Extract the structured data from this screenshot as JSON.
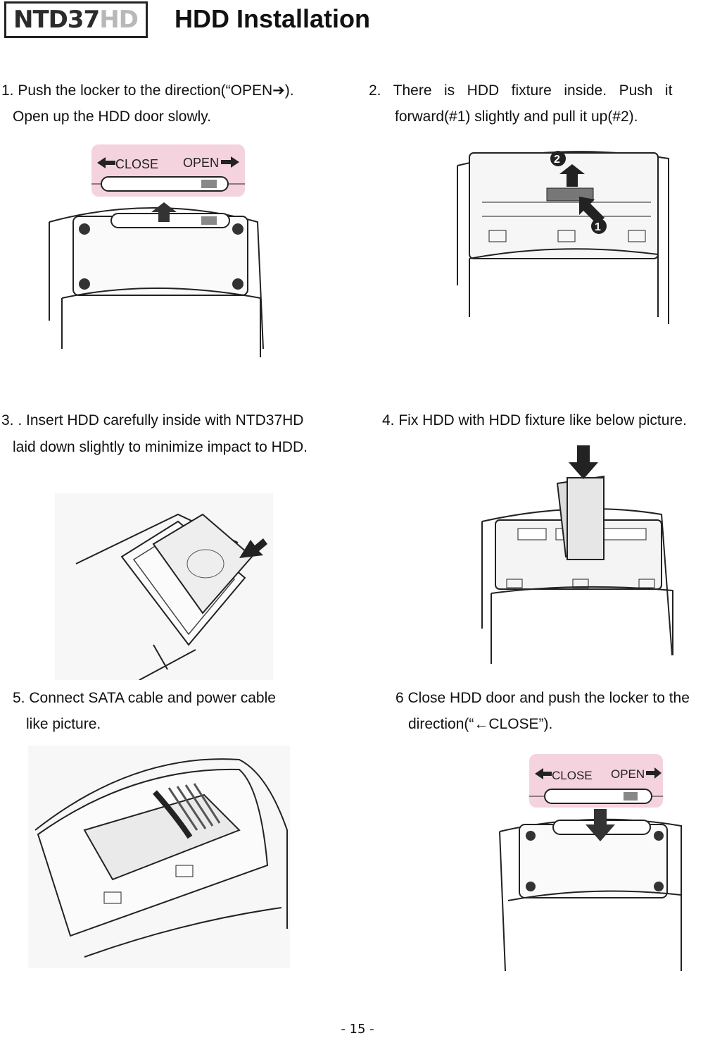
{
  "header": {
    "logo_main": "NTD37",
    "logo_suffix": "HD",
    "title": "HDD Installation"
  },
  "steps": [
    {
      "line1": "1. Push the locker to the direction(“OPEN➔).",
      "line2": "Open up the HDD door slowly."
    },
    {
      "line1": "2.   There   is   HDD   fixture   inside.   Push   it",
      "line2": "forward(#1) slightly and pull it up(#2)."
    },
    {
      "line1": "3. . Insert HDD carefully inside with NTD37HD",
      "line2": "laid down slightly to minimize impact to HDD."
    },
    {
      "line1": "4. Fix HDD with HDD fixture like below picture.",
      "line2": ""
    },
    {
      "line1": "5. Connect SATA cable and power cable",
      "line2": "like picture."
    },
    {
      "line1": "6 Close HDD door and push the locker to the",
      "line2": "direction(“←CLOSE”)."
    }
  ],
  "locker": {
    "close_label": "CLOSE",
    "open_label": "OPEN"
  },
  "callouts": {
    "one": "1",
    "two": "2"
  },
  "footer": {
    "page_number": "- 15 -"
  }
}
